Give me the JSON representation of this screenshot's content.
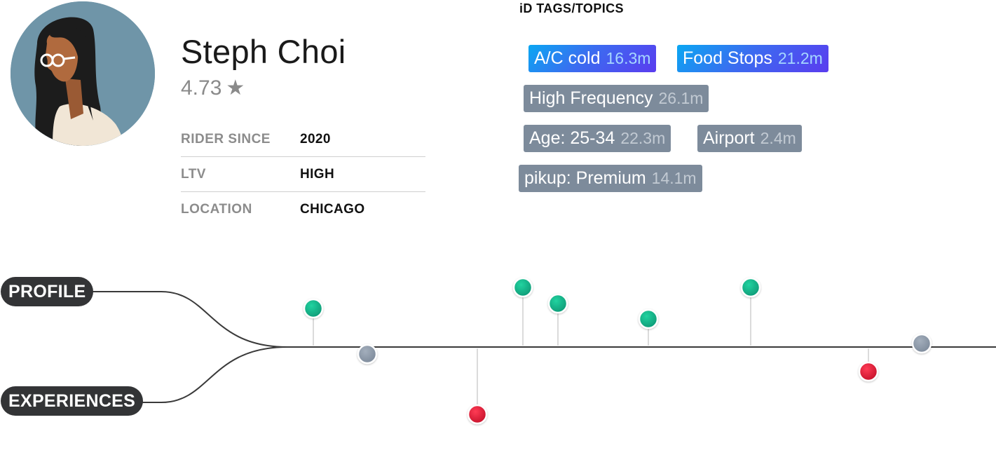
{
  "profile": {
    "name": "Steph Choi",
    "rating": "4.73",
    "rating_icon": "star-icon",
    "info": [
      {
        "label": "RIDER SINCE",
        "value": "2020"
      },
      {
        "label": "LTV",
        "value": "HIGH"
      },
      {
        "label": "LOCATION",
        "value": "CHICAGO"
      }
    ]
  },
  "tags": {
    "title": "iD TAGS/TOPICS",
    "items": [
      {
        "label": "A/C cold",
        "duration": "16.3m",
        "style": "accent"
      },
      {
        "label": "Food Stops",
        "duration": "21.2m",
        "style": "accent"
      },
      {
        "label": "High Frequency",
        "duration": "26.1m",
        "style": "plain"
      },
      {
        "label": "Age: 25-34",
        "duration": "22.3m",
        "style": "plain"
      },
      {
        "label": "Airport",
        "duration": "2.4m",
        "style": "plain"
      },
      {
        "label": "pikup: Premium",
        "duration": "14.1m",
        "style": "plain"
      }
    ]
  },
  "timeline": {
    "branches": [
      {
        "label": "PROFILE"
      },
      {
        "label": "EXPERIENCES"
      }
    ],
    "event_statuses": [
      "positive",
      "neutral",
      "negative",
      "positive",
      "positive",
      "positive",
      "positive",
      "negative",
      "neutral"
    ]
  },
  "colors": {
    "positive": "#16b08a",
    "negative": "#e0213a",
    "neutral": "#8e9bab",
    "line": "#3a3a3a",
    "accent_start": "#0aa7f2",
    "accent_end": "#5a3cef",
    "tag_plain": "#7d8b9b"
  }
}
